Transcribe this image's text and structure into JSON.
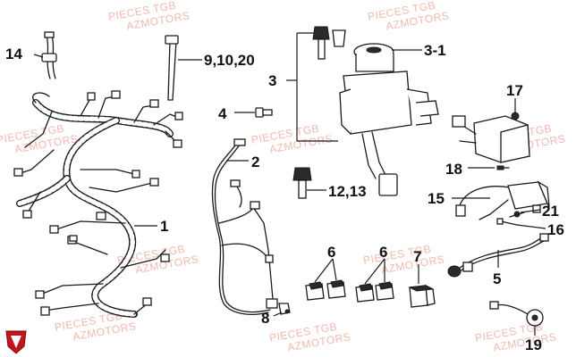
{
  "watermarks": [
    {
      "line1": "PIECES TGB",
      "line2": "AZMOTORS"
    }
  ],
  "callouts": {
    "c14": "14",
    "c9": "9,10,20",
    "c3_1": "3-1",
    "c3": "3",
    "c17": "17",
    "c4": "4",
    "c2": "2",
    "c1": "1",
    "c18": "18",
    "c15": "15",
    "c12": "12,13",
    "c21": "21",
    "c16": "16",
    "c6a": "6",
    "c6b": "6",
    "c7": "7",
    "c5": "5",
    "c8": "8",
    "c19": "19"
  },
  "logo_icon": "brand-shield-icon",
  "colors": {
    "watermark": "#f2b9ad",
    "ink": "#1a1a1a",
    "logo": "#c0161c"
  }
}
